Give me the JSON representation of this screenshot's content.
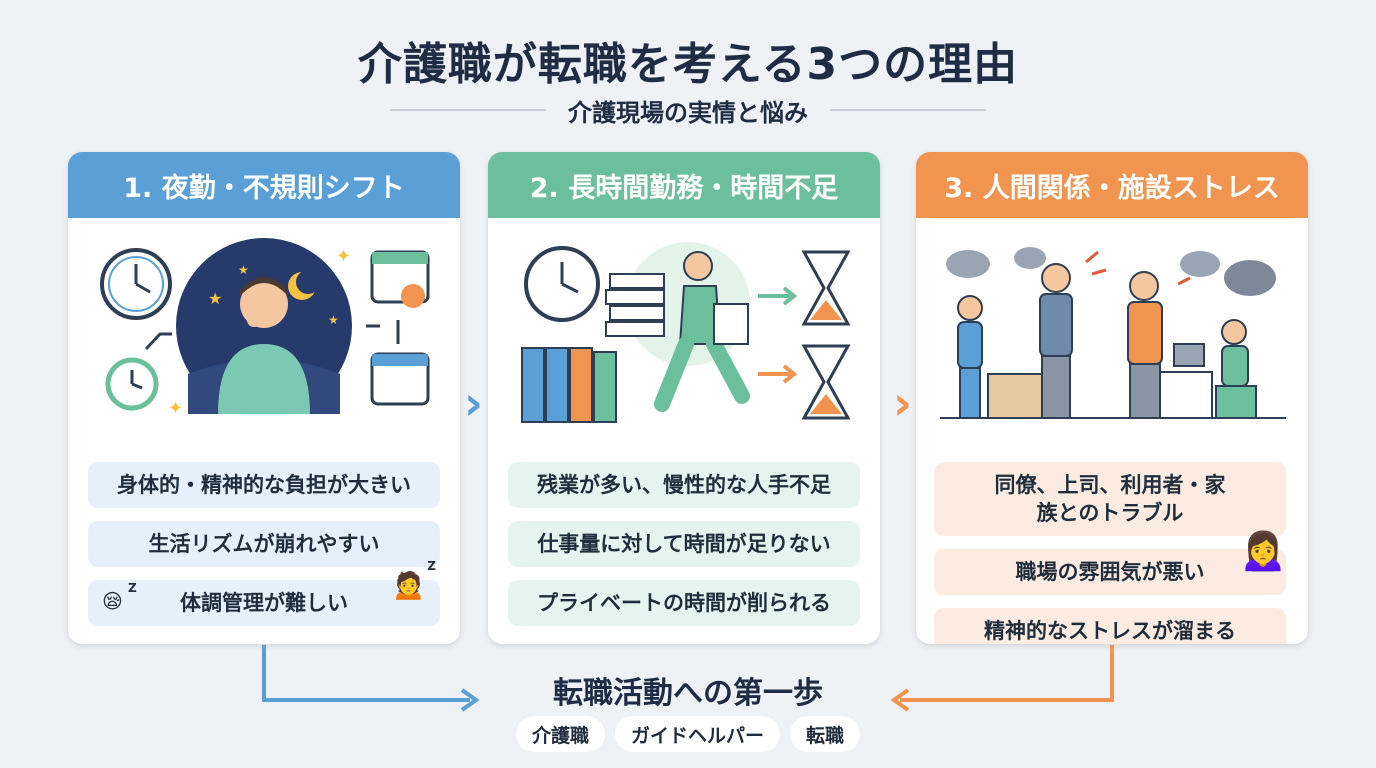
{
  "title": "介護職が転職を考える3つの理由",
  "subtitle": "介護現場の実情と悩み",
  "colors": {
    "blue": "#5a9fd6",
    "green": "#6cbf9c",
    "orange": "#f0944f",
    "navy": "#1f2d44"
  },
  "cards": [
    {
      "heading": "1. 夜勤・不規則シフト",
      "items": [
        "身体的・精神的な負担が大きい",
        "生活リズムが崩れやすい",
        "体調管理が難しい"
      ],
      "sleep_marks": [
        "Z",
        "Z"
      ]
    },
    {
      "heading": "2. 長時間勤務・時間不足",
      "items": [
        "残業が多い、慢性的な人手不足",
        "仕事量に対して時間が足りない",
        "プライベートの時間が削られる"
      ]
    },
    {
      "heading": "3. 人間関係・施設ストレス",
      "items": [
        "同僚、上司、利用者・家族とのトラブル",
        "職場の雰囲気が悪い",
        "精神的なストレスが溜まる"
      ]
    }
  ],
  "footer": {
    "title": "転職活動への第一歩",
    "tags": [
      "介護職",
      "ガイドヘルパー",
      "転職"
    ]
  }
}
